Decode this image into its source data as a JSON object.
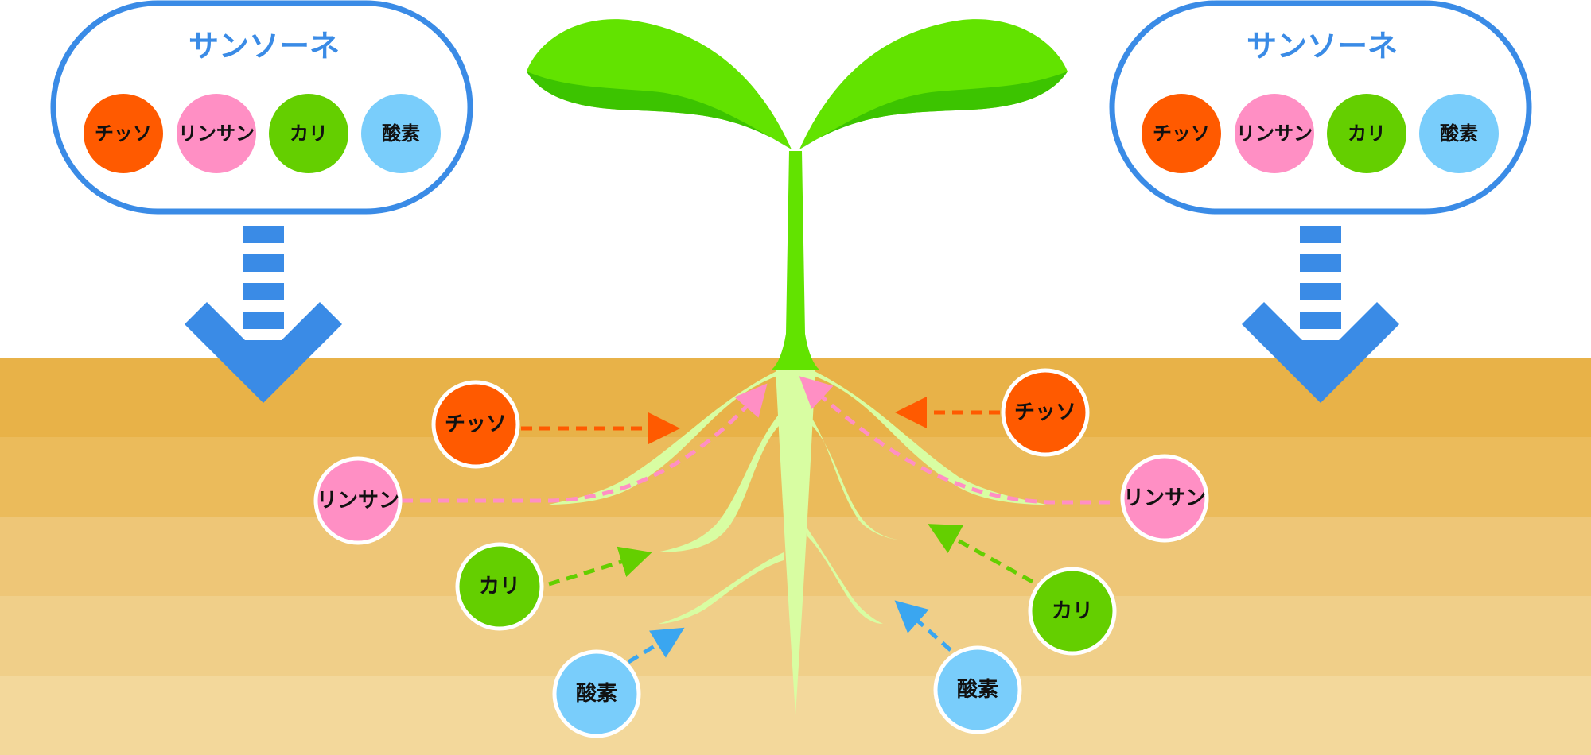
{
  "colors": {
    "blue": "#3a8be6",
    "nitrogen": "#ff5a00",
    "phosphorus": "#ff8fc4",
    "potassium": "#64cf00",
    "oxygen": "#79cdfb",
    "leaf": "#62e300",
    "leaf_dark": "#3cc400",
    "root": "#d8fda2",
    "soil": [
      "#e8b248",
      "#ebbb5b",
      "#eec677",
      "#f0cf89",
      "#f3d89b"
    ]
  },
  "product_boxes": [
    {
      "title": "サンソーネ",
      "nutrients": [
        {
          "label": "チッソ",
          "color": "nitrogen"
        },
        {
          "label": "リンサン",
          "color": "phosphorus"
        },
        {
          "label": "カリ",
          "color": "potassium"
        },
        {
          "label": "酸素",
          "color": "oxygen"
        }
      ],
      "icon": "chevron-down-arrow-icon"
    },
    {
      "title": "サンソーネ",
      "nutrients": [
        {
          "label": "チッソ",
          "color": "nitrogen"
        },
        {
          "label": "リンサン",
          "color": "phosphorus"
        },
        {
          "label": "カリ",
          "color": "potassium"
        },
        {
          "label": "酸素",
          "color": "oxygen"
        }
      ],
      "icon": "chevron-down-arrow-icon"
    }
  ],
  "soil_nutrients": {
    "left": [
      {
        "label": "チッソ",
        "color": "nitrogen"
      },
      {
        "label": "リンサン",
        "color": "phosphorus"
      },
      {
        "label": "カリ",
        "color": "potassium"
      },
      {
        "label": "酸素",
        "color": "oxygen"
      }
    ],
    "right": [
      {
        "label": "チッソ",
        "color": "nitrogen"
      },
      {
        "label": "リンサン",
        "color": "phosphorus"
      },
      {
        "label": "カリ",
        "color": "potassium"
      },
      {
        "label": "酸素",
        "color": "oxygen"
      }
    ]
  },
  "plant_icon": "seedling-with-roots-icon"
}
